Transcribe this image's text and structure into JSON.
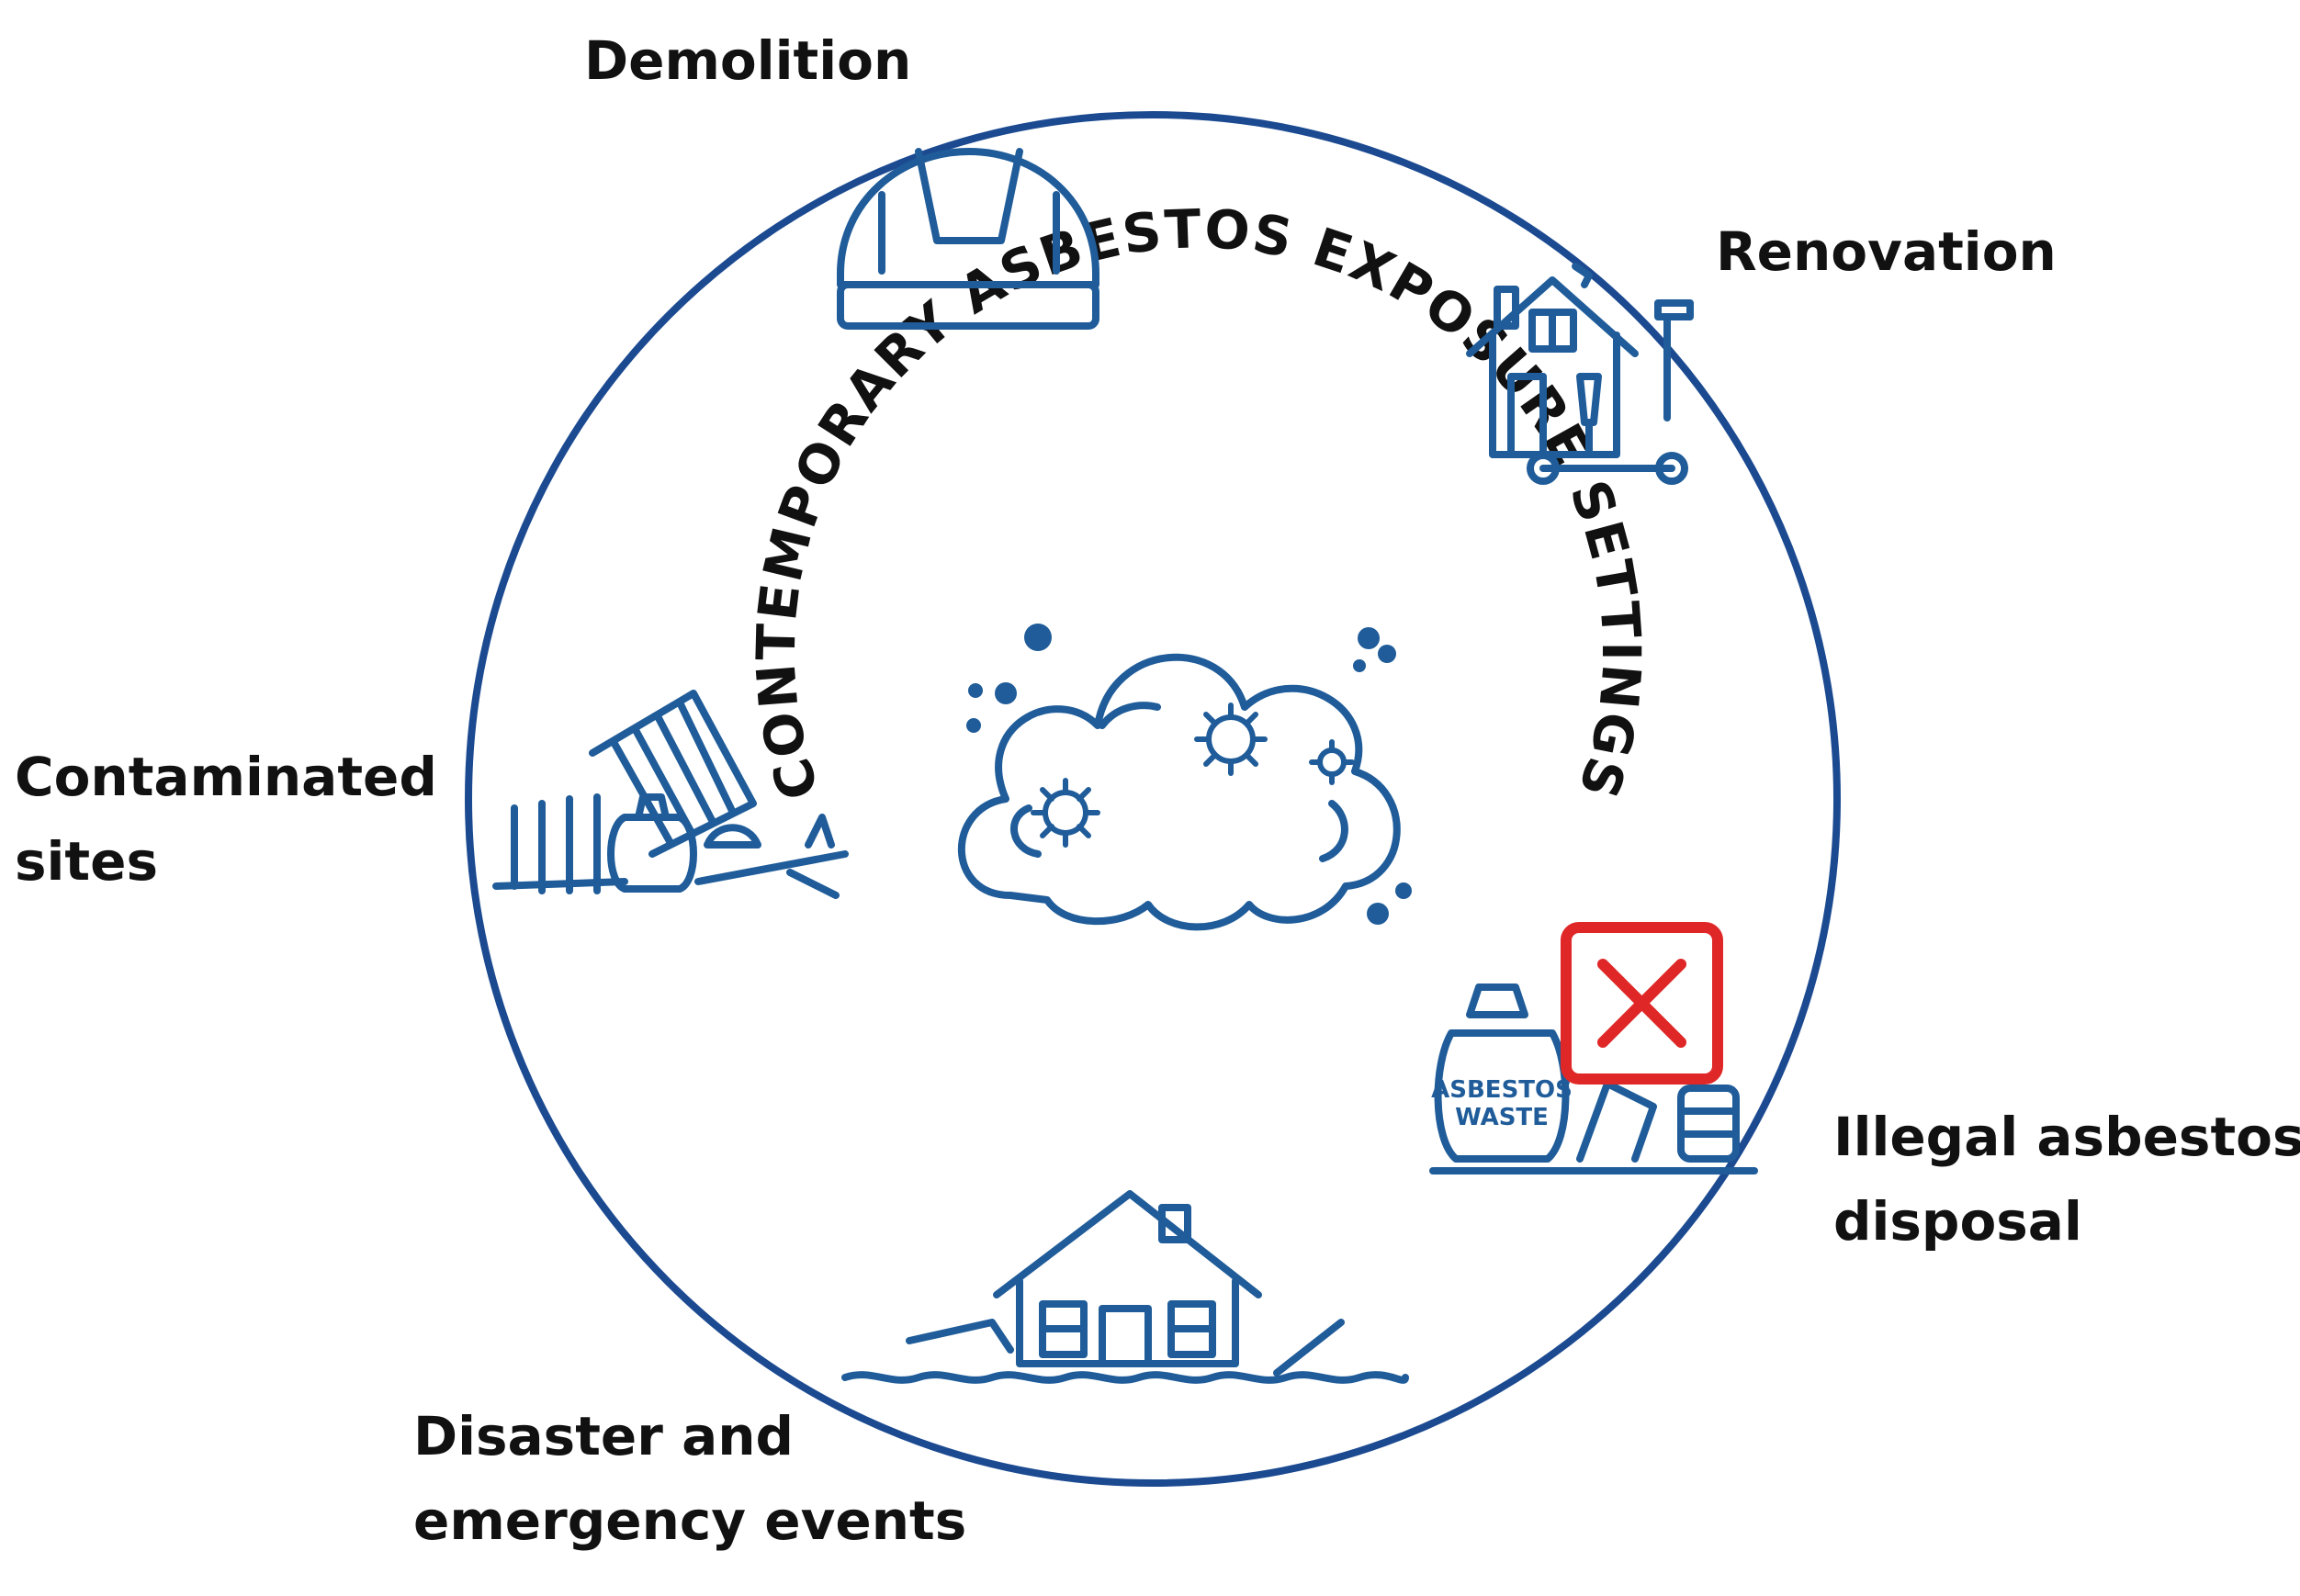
{
  "colors": {
    "accent": "#1f5c99",
    "circle": "#1c4a91",
    "forbidden": "#e02727",
    "text": "#111111"
  },
  "center": {
    "arc_title": "CONTEMPORARY ASBESTOS EXPOSURE SETTINGS",
    "icon": "asbestos-cloud-icon"
  },
  "settings": [
    {
      "label_lines": [
        "Demolition"
      ],
      "icon": "hard-hat-icon"
    },
    {
      "label_lines": [
        "Renovation"
      ],
      "icon": "house-renovation-icon"
    },
    {
      "label_lines": [
        "Contaminated",
        "sites"
      ],
      "icon": "contaminated-site-icon"
    },
    {
      "label_lines": [
        "Illegal asbestos",
        "disposal"
      ],
      "icon": "illegal-dumping-icon",
      "bag_text": [
        "ASBESTOS",
        "WASTE"
      ]
    },
    {
      "label_lines": [
        "Disaster and",
        "emergency events"
      ],
      "icon": "flooded-house-icon"
    }
  ]
}
